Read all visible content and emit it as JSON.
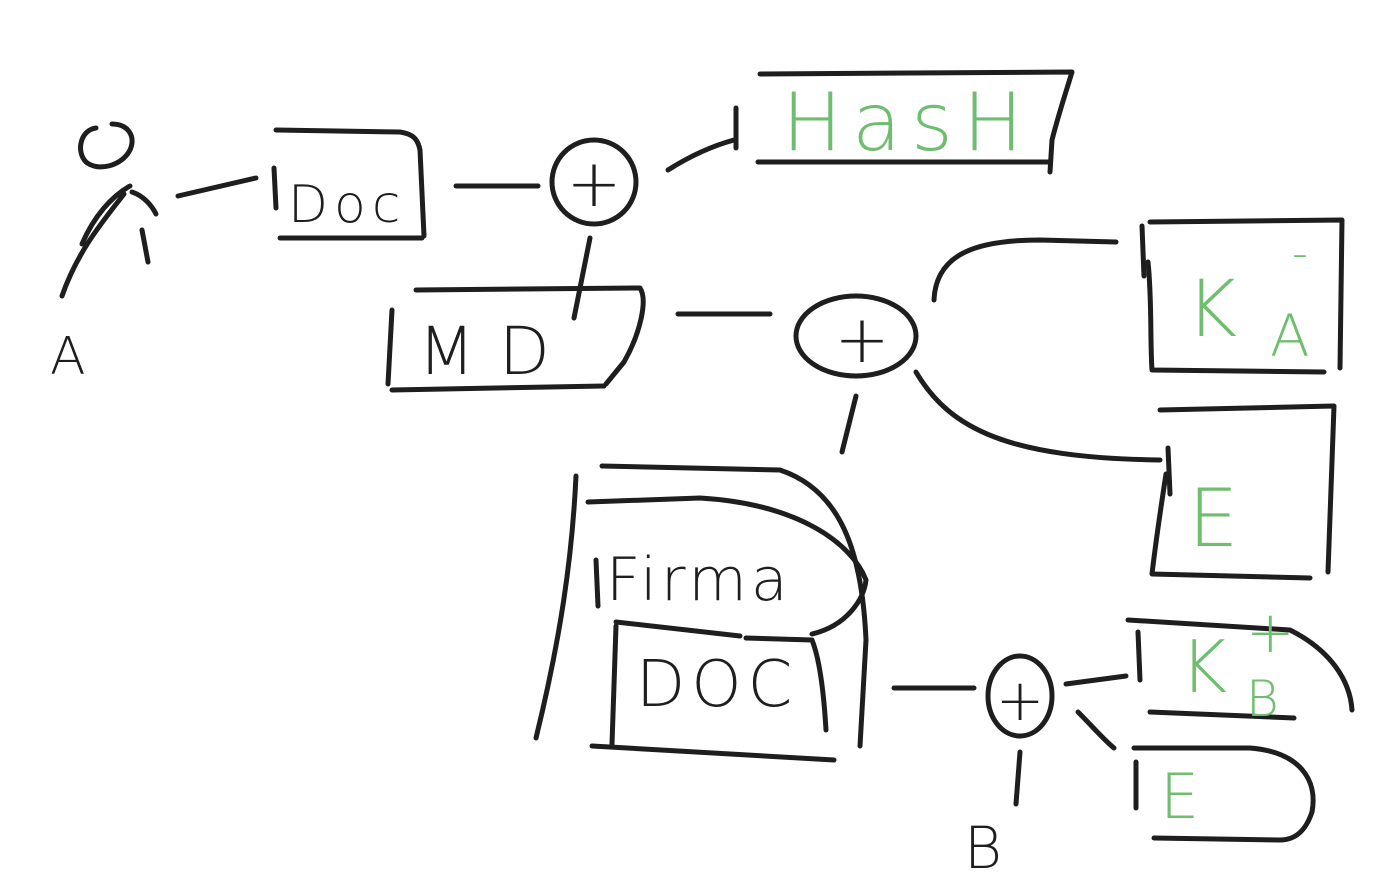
{
  "ink_color": "#1e1e1e",
  "accent_color": "#6fbd6f",
  "labels": {
    "actor_a": "A",
    "actor_b": "B",
    "doc_top": "Doc",
    "hash": "HasH",
    "md": "MD",
    "key_a": "K",
    "key_a_sub": "A",
    "key_a_sup": "-",
    "e_mid": "E",
    "firma": "Firma",
    "doc_bottom": "DOC",
    "key_b": "K",
    "key_b_sub": "B",
    "key_b_sup": "+",
    "e_bottom": "E",
    "plus_1": "+",
    "plus_2": "+",
    "plus_3": "+"
  }
}
